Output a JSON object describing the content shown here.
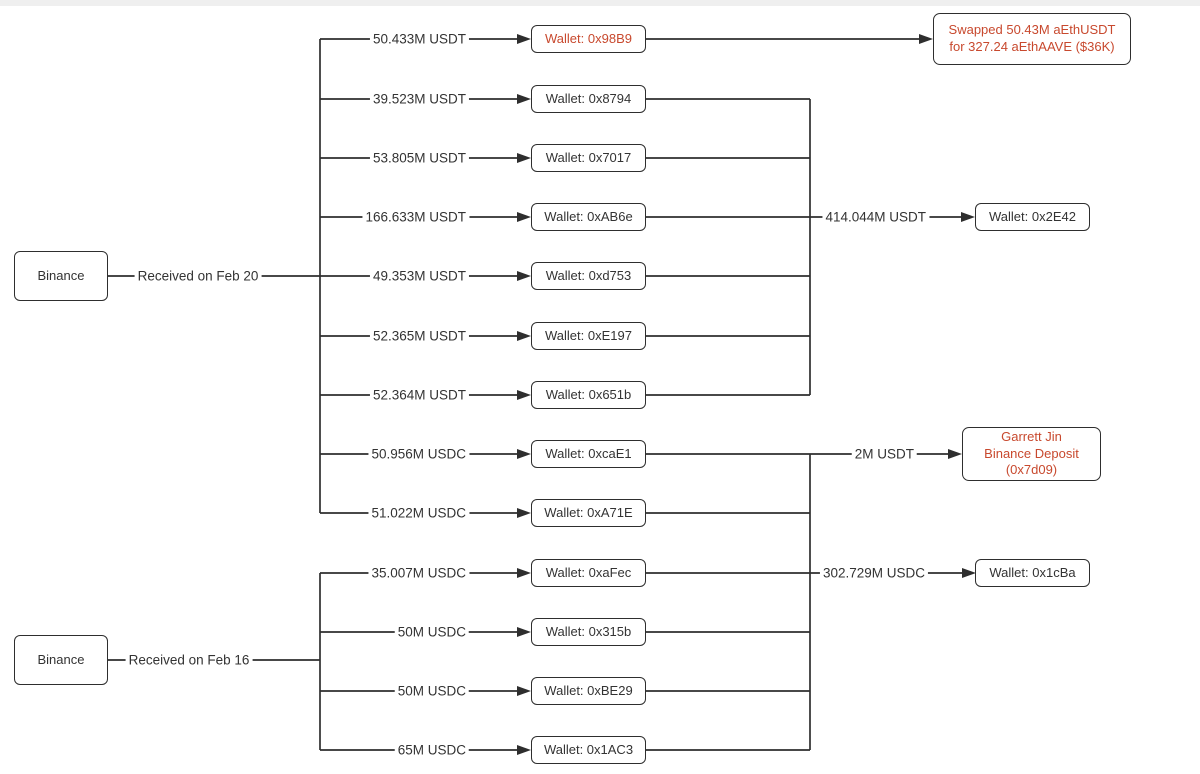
{
  "colors": {
    "line": "#2e2e2e",
    "text": "#333333",
    "highlight_red": "#c8492e",
    "background": "#ffffff",
    "top_strip": "#efefef"
  },
  "sources": [
    {
      "label": "Binance",
      "note": "Received on Feb 20"
    },
    {
      "label": "Binance",
      "note": "Received on Feb 16"
    }
  ],
  "flows": [
    {
      "amount": "50.433M USDT",
      "wallet": "Wallet: 0x98B9",
      "highlighted": true
    },
    {
      "amount": "39.523M USDT",
      "wallet": "Wallet: 0x8794",
      "highlighted": false
    },
    {
      "amount": "53.805M USDT",
      "wallet": "Wallet: 0x7017",
      "highlighted": false
    },
    {
      "amount": "166.633M USDT",
      "wallet": "Wallet: 0xAB6e",
      "highlighted": false
    },
    {
      "amount": "49.353M USDT",
      "wallet": "Wallet: 0xd753",
      "highlighted": false
    },
    {
      "amount": "52.365M USDT",
      "wallet": "Wallet: 0xE197",
      "highlighted": false
    },
    {
      "amount": "52.364M USDT",
      "wallet": "Wallet: 0x651b",
      "highlighted": false
    },
    {
      "amount": "50.956M USDC",
      "wallet": "Wallet: 0xcaE1",
      "highlighted": false
    },
    {
      "amount": "51.022M USDC",
      "wallet": "Wallet: 0xA71E",
      "highlighted": false
    },
    {
      "amount": "35.007M USDC",
      "wallet": "Wallet: 0xaFec",
      "highlighted": false
    },
    {
      "amount": "50M USDC",
      "wallet": "Wallet: 0x315b",
      "highlighted": false
    },
    {
      "amount": "50M USDC",
      "wallet": "Wallet: 0xBE29",
      "highlighted": false
    },
    {
      "amount": "65M USDC",
      "wallet": "Wallet: 0x1AC3",
      "highlighted": false
    }
  ],
  "aggregates": {
    "swap_note": {
      "line1": "Swapped 50.43M aEthUSDT",
      "line2": "for 327.24 aEthAAVE ($36K)"
    },
    "usdt_merge": {
      "amount": "414.044M USDT",
      "wallet": "Wallet: 0x2E42"
    },
    "garrett_deposit": {
      "amount": "2M USDT",
      "line1": "Garrett Jin",
      "line2": "Binance Deposit",
      "line3": "(0x7d09)"
    },
    "usdc_merge": {
      "amount": "302.729M USDC",
      "wallet": "Wallet: 0x1cBa"
    }
  }
}
